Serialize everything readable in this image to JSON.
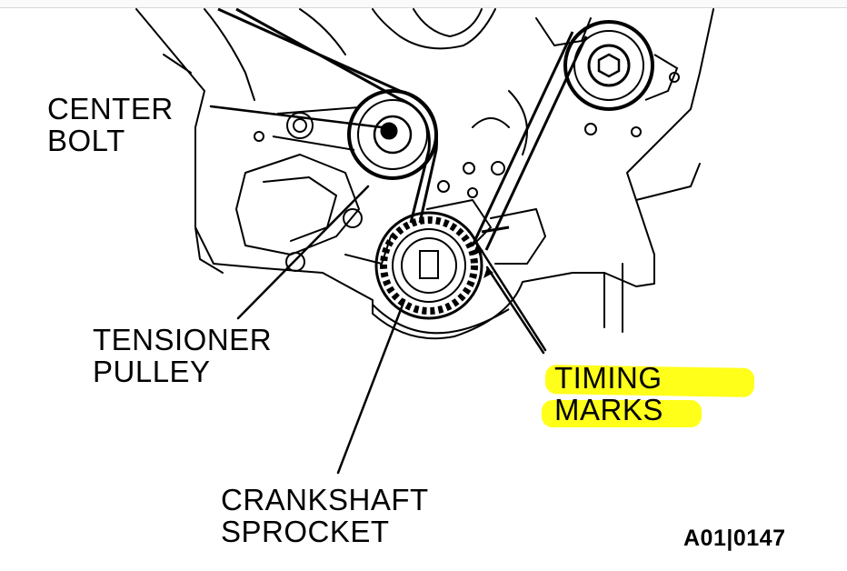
{
  "labels": {
    "center_bolt": [
      "CENTER",
      "BOLT"
    ],
    "tensioner_pulley": [
      "TENSIONER",
      "PULLEY"
    ],
    "crankshaft_sprocket": [
      "CRANKSHAFT",
      "SPROCKET"
    ],
    "timing_marks": [
      "TIMING",
      "MARKS"
    ]
  },
  "figure_code": "A01|0147",
  "colors": {
    "highlight": "#ffff1a",
    "ink": "#000000"
  }
}
